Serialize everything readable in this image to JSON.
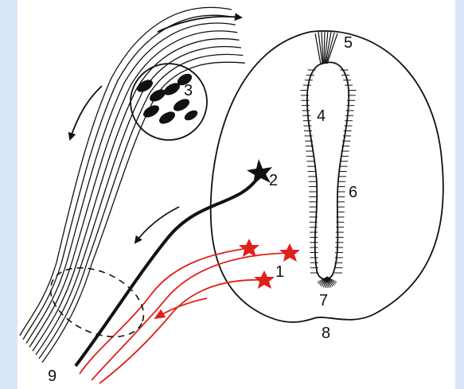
{
  "diagram": {
    "labels": {
      "l1": "1",
      "l2": "2",
      "l3": "3",
      "l4": "4",
      "l5": "5",
      "l6": "6",
      "l7": "7",
      "l8": "8",
      "l9": "9"
    },
    "colors": {
      "background": "#d9e6f7",
      "panel": "#ffffff",
      "ink": "#111111",
      "red_fibers": "#e0201a"
    }
  }
}
